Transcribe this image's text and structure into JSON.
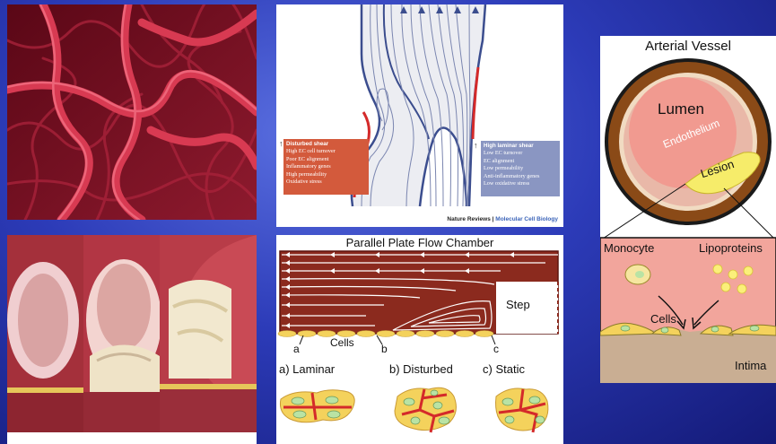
{
  "panels": {
    "shear": {
      "disturbed_title": "Disturbed shear",
      "disturbed_lines": [
        "High EC cell turnover",
        "Poor EC alignment",
        "Inflammatory genes",
        "High permeability",
        "Oxidative stress"
      ],
      "laminar_title": "High laminar shear",
      "laminar_lines": [
        "Low EC turnover",
        "EC alignment",
        "Low permeability",
        "Anti-inflammatory genes",
        "Low oxidative stress"
      ],
      "credit_journal": "Nature Reviews",
      "credit_sep": " | ",
      "credit_section": "Molecular Cell Biology"
    },
    "chamber": {
      "title": "Parallel Plate Flow Chamber",
      "step": "Step",
      "cells": "Cells",
      "marker_a": "a",
      "marker_b": "b",
      "marker_c": "c",
      "label_a": "a) Laminar",
      "label_b": "b) Disturbed",
      "label_c": "c) Static"
    },
    "artery": {
      "title": "Arterial Vessel",
      "lumen": "Lumen",
      "endothelium": "Endothelium",
      "lesion": "Lesion",
      "monocyte": "Monocyte",
      "lipoproteins": "Lipoproteins",
      "cells": "Cells",
      "intima": "Intima"
    }
  },
  "colors": {
    "background": "#2c3bb8",
    "vessel_red": "#c8283f",
    "wall_brown": "#8b2a1e",
    "lumen_pink": "#f4a6a0",
    "lesion_yellow": "#f6ec6a",
    "disturbed_box": "#d35a3c",
    "laminar_box": "#8a96c2",
    "cell_yellow": "#f4d25c",
    "nucleus_green": "#b9e3a4"
  }
}
